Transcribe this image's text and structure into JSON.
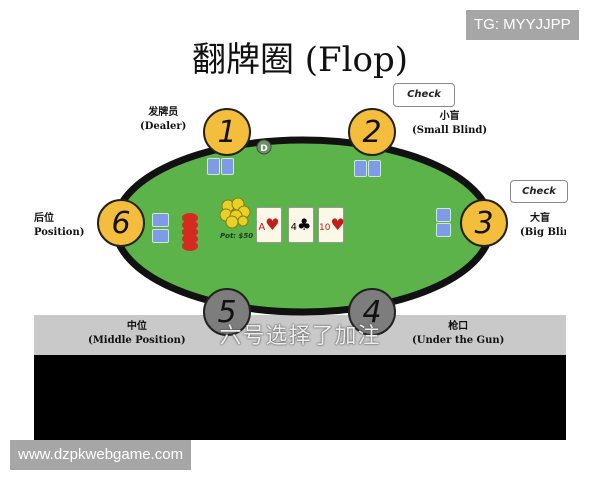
{
  "title": "翻牌圈 (Flop)",
  "watermark_top": "TG: MYYJJPP",
  "watermark_bottom": "www.dzpkwebgame.com",
  "subtitle": "六号选择了加注",
  "pot": "Pot: $50",
  "dealer_button": "D",
  "seats": [
    {
      "number": "1",
      "cn": "发牌员",
      "en": "(Dealer)",
      "state": "active"
    },
    {
      "number": "2",
      "cn": "小盲",
      "en": "(Small Blind)",
      "state": "active",
      "action": "Check"
    },
    {
      "number": "3",
      "cn": "大盲",
      "en": "(Big Blin",
      "state": "active",
      "action": "Check"
    },
    {
      "number": "4",
      "cn": "枪口",
      "en": "(Under the Gun)",
      "state": "folded"
    },
    {
      "number": "5",
      "cn": "中位",
      "en": "(Middle Position)",
      "state": "folded"
    },
    {
      "number": "6",
      "cn": "后位",
      "en": "Position)",
      "state": "active"
    }
  ],
  "community_cards": [
    {
      "rank": "A",
      "suit": "♥",
      "color": "#c0201c"
    },
    {
      "rank": "4",
      "suit": "♣",
      "color": "#111111"
    },
    {
      "rank": "10",
      "suit": "♥",
      "color": "#c0201c"
    }
  ],
  "colors": {
    "felt": "#5cb34a",
    "seat": "#f4bd3c",
    "folded_seat": "#7d7d7d",
    "chips": "#d42a20"
  }
}
